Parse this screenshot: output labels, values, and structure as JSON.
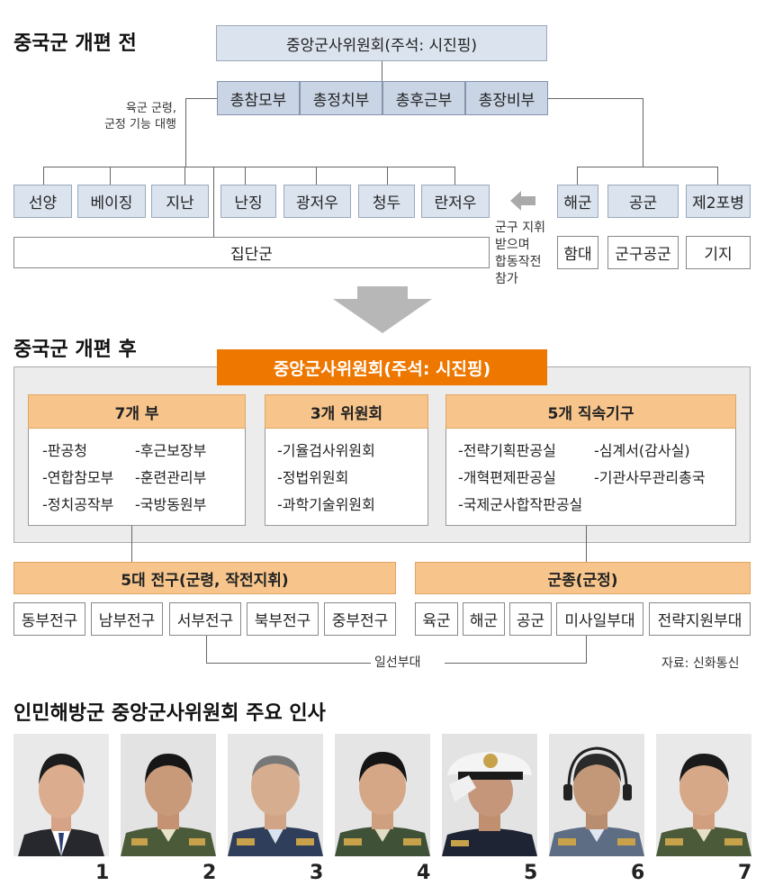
{
  "before": {
    "title": "중국군 개편 전",
    "cmc": "중앙군사위원회(주석: 시진핑)",
    "departments": [
      "총참모부",
      "총정치부",
      "총후근부",
      "총장비부"
    ],
    "army_note": [
      "육군 군령,",
      "군정 기능 대행"
    ],
    "regions": [
      "선양",
      "베이징",
      "지난",
      "난징",
      "광저우",
      "청두",
      "란저우"
    ],
    "group_army": "집단군",
    "services": [
      "해군",
      "공군",
      "제2포병"
    ],
    "service_units": [
      "함대",
      "군구공군",
      "기지"
    ],
    "joint_note": [
      "군구 지휘",
      "받으며",
      "합동작전",
      "참가"
    ]
  },
  "after": {
    "title": "중국군 개편 후",
    "cmc": "중앙군사위원회(주석: 시진핑)",
    "depts_title": "7개 부",
    "depts_left": [
      "-판공청",
      "-연합참모부",
      "-정치공작부"
    ],
    "depts_right": [
      "-후근보장부",
      "-훈련관리부",
      "-국방동원부"
    ],
    "committees_title": "3개 위원회",
    "committees": [
      "-기율검사위원회",
      "-정법위원회",
      "-과학기술위원회"
    ],
    "agencies_title": "5개 직속기구",
    "agencies_left": [
      "-전략기획판공실",
      "-개혁편제판공실",
      "-국제군사합작판공실"
    ],
    "agencies_right": [
      "-심계서(감사실)",
      "-기관사무관리총국"
    ],
    "theater_title": "5대 전구(군령, 작전지휘)",
    "theaters": [
      "동부전구",
      "남부전구",
      "서부전구",
      "북부전구",
      "중부전구"
    ],
    "services_title": "군종(군정)",
    "services": [
      "육군",
      "해군",
      "공군",
      "미사일부대",
      "전략지원부대"
    ],
    "frontline": "일선부대",
    "source": "자료: 신화통신"
  },
  "personnel": {
    "title": "인민해방군 중앙군사위원회 주요 인사",
    "numbers": [
      "1",
      "2",
      "3",
      "4",
      "5",
      "6",
      "7"
    ]
  },
  "colors": {
    "orange": "#ee7700",
    "light_orange": "#f7c58c",
    "blue": "#dbe3ee",
    "panel": "#ececec"
  }
}
